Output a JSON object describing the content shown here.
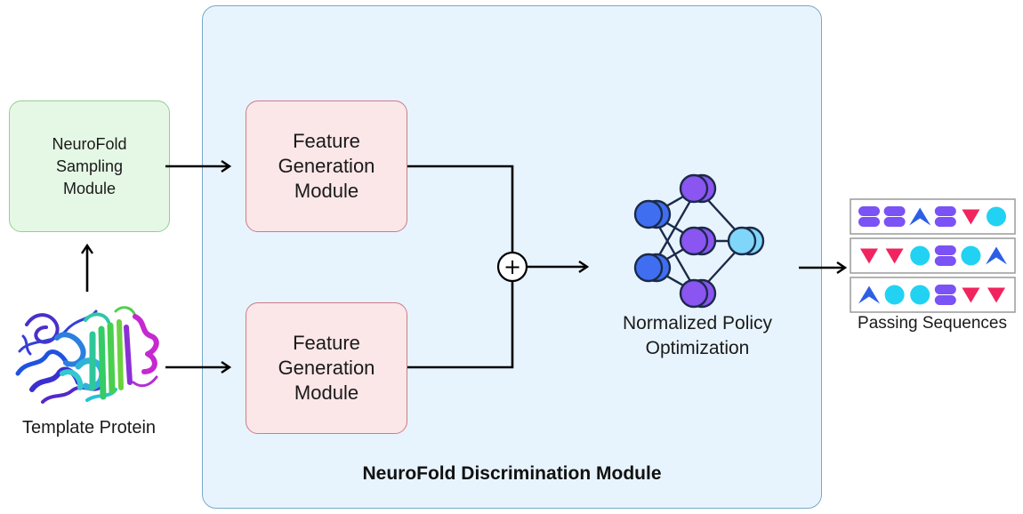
{
  "sampling_module": {
    "label": "NeuroFold\nSampling\nModule"
  },
  "feature_gen_top": {
    "label": "Feature\nGeneration\nModule"
  },
  "feature_gen_bottom": {
    "label": "Feature\nGeneration\nModule"
  },
  "template_protein": {
    "label": "Template Protein"
  },
  "combine_node": {
    "symbol": "+"
  },
  "policy": {
    "label": "Normalized Policy\nOptimization"
  },
  "passing_sequences": {
    "label": "Passing Sequences",
    "rows": [
      [
        "pill",
        "pill",
        "chevron",
        "pill",
        "triangle",
        "circle"
      ],
      [
        "triangle",
        "triangle",
        "circle",
        "pill",
        "circle",
        "chevron"
      ],
      [
        "chevron",
        "circle",
        "circle",
        "pill",
        "triangle",
        "triangle"
      ]
    ]
  },
  "discrimination_module": {
    "label": "NeuroFold Discrimination Module"
  },
  "colors": {
    "pill": "#7b52f5",
    "chevron": "#2c5fe6",
    "triangle": "#f0245f",
    "circle": "#22d2f2",
    "nn_blue": "#3f6ff0",
    "nn_purple": "#8a55f0",
    "nn_cyan": "#7fd6f8",
    "nn_edge": "#1b2a4a"
  }
}
